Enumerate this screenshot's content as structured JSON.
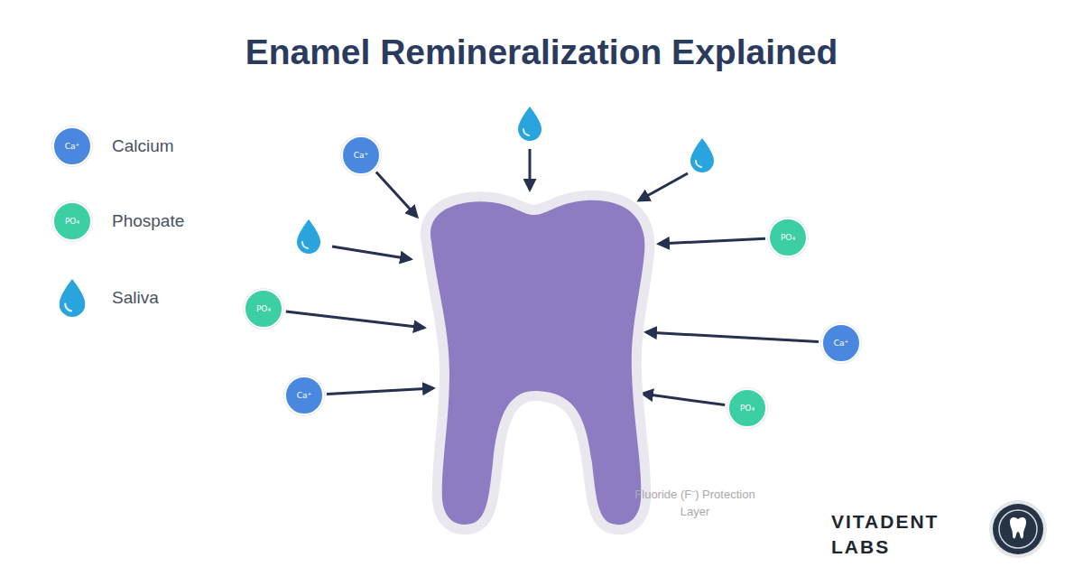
{
  "diagram": {
    "title": "Enamel Remineralization Explained",
    "nodes": [
      {
        "text": [
          "Ca⁺"
        ]
      },
      {
        "text": [
          "PO₄"
        ]
      },
      {
        "text": [
          "PO₄"
        ]
      },
      {
        "text": [
          "Ca⁺"
        ]
      },
      {
        "text": [
          "Ca⁺"
        ]
      },
      {
        "text": [
          "PO₄"
        ]
      },
      {
        "text": [
          "Fluoride (F⁻) Protection Layer"
        ]
      }
    ],
    "edges": [
      {
        "from": 0,
        "to": 6,
        "arrow": "to"
      },
      {
        "from": 1,
        "to": 6,
        "arrow": "to"
      },
      {
        "from": 2,
        "to": 6,
        "arrow": "to"
      },
      {
        "from": 3,
        "to": 6,
        "arrow": "to"
      },
      {
        "from": 4,
        "to": 6,
        "arrow": "to"
      },
      {
        "from": 5,
        "to": 6,
        "arrow": "to"
      }
    ],
    "labels": [
      "Ca⁺",
      "PO₄",
      "VITADENT LABS"
    ],
    "legend": [
      {
        "text": "Calcium",
        "color": "#4a88e0"
      },
      {
        "text": "Phospate",
        "color": "#3ccfa4"
      },
      {
        "text": "Saliva"
      }
    ]
  }
}
